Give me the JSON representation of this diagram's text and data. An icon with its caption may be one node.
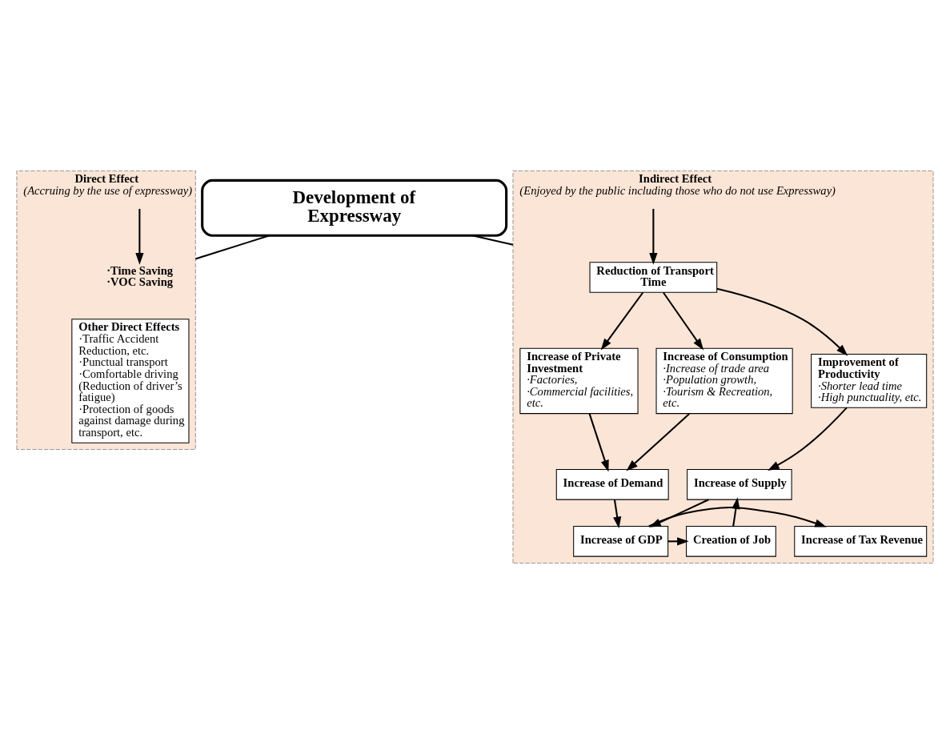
{
  "diagram": {
    "nodes": [
      {
        "text": [
          "Development of Expressway"
        ]
      },
      {
        "text": [
          "Direct Effect",
          "(Accruing by the use of expressway)"
        ]
      },
      {
        "text": [
          "·Time Saving ·VOC Saving"
        ],
        "in": 1
      },
      {
        "text": [
          "Other Direct Effects",
          "·Traffic Accident Reduction, etc.",
          "·Punctual transport",
          "·Comfortable driving (Reduction of driver’s fatigue)",
          "·Protection of goods against damage during transport, etc."
        ],
        "in": 1
      },
      {
        "text": [
          "Indirect Effect",
          "(Enjoyed by the public including those who do not use Expressway)"
        ]
      },
      {
        "text": [
          "Reduction of Transport Time"
        ],
        "in": 4
      },
      {
        "text": [
          "Improvement of Productivity",
          "·Shorter lead time",
          "·High punctuality, etc."
        ],
        "in": 4
      },
      {
        "text": [
          "Increase of Private Investment",
          "·Factories,",
          "·Commercial facilities, etc."
        ],
        "in": 4
      },
      {
        "text": [
          "Increase of Consumption",
          "·Increase of trade area",
          "·Population growth,",
          "·Tourism & Recreation, etc."
        ],
        "in": 4
      },
      {
        "text": [
          "Increase of Supply"
        ],
        "in": 4
      },
      {
        "text": [
          "Increase of Demand"
        ],
        "in": 4
      },
      {
        "text": [
          "Creation of Job"
        ],
        "in": 4
      },
      {
        "text": [
          "Increase of GDP"
        ],
        "in": 4
      },
      {
        "text": [
          "Increase of Tax Revenue"
        ],
        "in": 4
      }
    ],
    "edges": [
      {
        "from": 0,
        "to": 1,
        "arrow": "none"
      },
      {
        "from": 0,
        "to": 4,
        "arrow": "none"
      },
      {
        "from": null,
        "to": 2,
        "arrow": "to"
      },
      {
        "from": null,
        "to": 5,
        "arrow": "to"
      },
      {
        "from": 5,
        "to": 6,
        "arrow": "to"
      },
      {
        "from": 5,
        "to": 7,
        "arrow": "to"
      },
      {
        "from": 5,
        "to": 8,
        "arrow": "to"
      },
      {
        "from": 6,
        "to": 9,
        "arrow": "to"
      },
      {
        "from": 7,
        "to": 10,
        "arrow": "to"
      },
      {
        "from": 8,
        "to": 10,
        "arrow": "to"
      },
      {
        "from": 9,
        "to": 12,
        "arrow": "to"
      },
      {
        "from": 10,
        "to": 12,
        "arrow": "to"
      },
      {
        "from": 11,
        "to": 9,
        "arrow": "to"
      },
      {
        "from": 12,
        "to": 11,
        "arrow": "to"
      },
      {
        "from": 12,
        "to": 13,
        "arrow": "to"
      }
    ]
  }
}
